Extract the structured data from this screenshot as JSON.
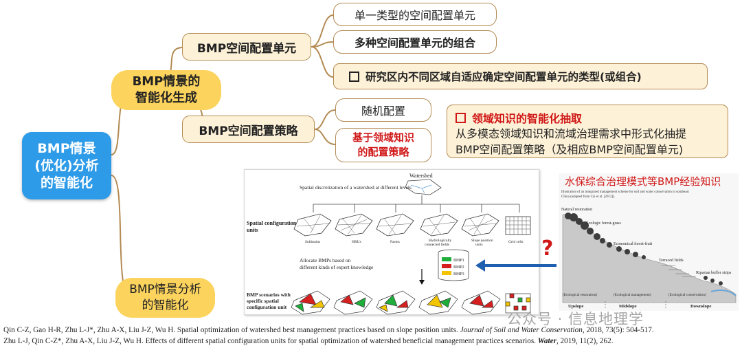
{
  "root": {
    "label": "BMP情景\n(优化)分析\n的智能化"
  },
  "branch1": {
    "label": "BMP情景的\n智能化生成"
  },
  "branch2": {
    "label": "BMP情景分析\n的智能化"
  },
  "unit_node": {
    "label": "BMP空间配置单元",
    "items": [
      "单一类型的空间配置单元",
      "多种空间配置单元的组合"
    ],
    "note": "研究区内不同区域自适应确定空间配置单元的类型(或组合)"
  },
  "strategy_node": {
    "label": "BMP空间配置策略",
    "items": [
      "随机配置",
      "基于领域知识\n的配置策略"
    ],
    "note_title": "领域知识的智能化抽取",
    "note_body": "从多模态领域知识和流域治理需求中形式化抽提\nBMP空间配置策略（及相应BMP空间配置单元)"
  },
  "figure_left": {
    "title": "Watershed",
    "discretization": "Spatial discretization of a watershed at\ndifferent levels",
    "spatial_units_label": "Spatial configuration\nunits",
    "units": [
      "Subbasins",
      "HRUs",
      "Farms",
      "Hydrologically\nconnected fields",
      "Slope position\nunits",
      "Grid cells"
    ],
    "allocate": "Allocate BMPs based on\ndifferent kinds of expert knowledge",
    "bmps": [
      "BMP1",
      "BMP2",
      "BMP3"
    ],
    "scenarios_label": "BMP scenarios  with\nspecific spatial\nconfiguration unit"
  },
  "figure_right": {
    "title": "水保综合治理模式等BMP经验知识",
    "caption": "Illustration of an integrated management scheme for soil and water conservation in southeast\nChina (adapted from Cai et al. [2012]).",
    "labels": [
      "Natural restoration",
      "Ecologic forest-grass",
      "Economical forest-fruit",
      "Terraced fields",
      "Riparian buffer strips"
    ],
    "bottom_labels": [
      "(Ecological restoration)",
      "(Ecological management)",
      "(Ecological conservation)"
    ],
    "positions": [
      "Upslope",
      "Midslope",
      "Downslope"
    ]
  },
  "question_mark": "?",
  "watermark": "公众号 · 信息地理学",
  "citations": [
    {
      "prefix": "Qin C-Z, Gao H-R, Zhu L-J*, Zhu A-X, Liu J-Z, Wu H. Spatial optimization of watershed best management practices based on slope position units. ",
      "journal": "Journal of Soil and Water Conservation",
      "suffix": ", 2018, 73(5): 504-517."
    },
    {
      "prefix": "Zhu L-J, Qin C-Z*, Zhu A-X, Liu J-Z, Wu H. Effects of different spatial configuration units for spatial optimization of watershed beneficial management practices scenarios. ",
      "journal": "Water",
      "suffix": ", 2019, 11(2), 262."
    }
  ],
  "colors": {
    "root": "#2e9be8",
    "branch": "#fbd35d",
    "note_bg": "#fdf1d7",
    "note_border": "#b38a52",
    "accent_red": "#d01818",
    "arrow_blue": "#1f5fb0"
  }
}
